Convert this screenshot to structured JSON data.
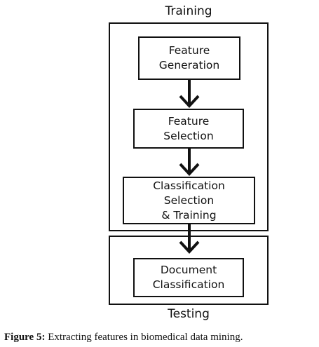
{
  "diagram": {
    "training_label": "Training",
    "testing_label": "Testing",
    "boxes": [
      {
        "text": "Feature\nGeneration"
      },
      {
        "text": "Feature\nSelection"
      },
      {
        "text": "Classification\nSelection\n& Training"
      },
      {
        "text": "Document\nClassification"
      }
    ]
  },
  "caption": {
    "label": "Figure 5:",
    "text": " Extracting features in biomedical data mining."
  }
}
